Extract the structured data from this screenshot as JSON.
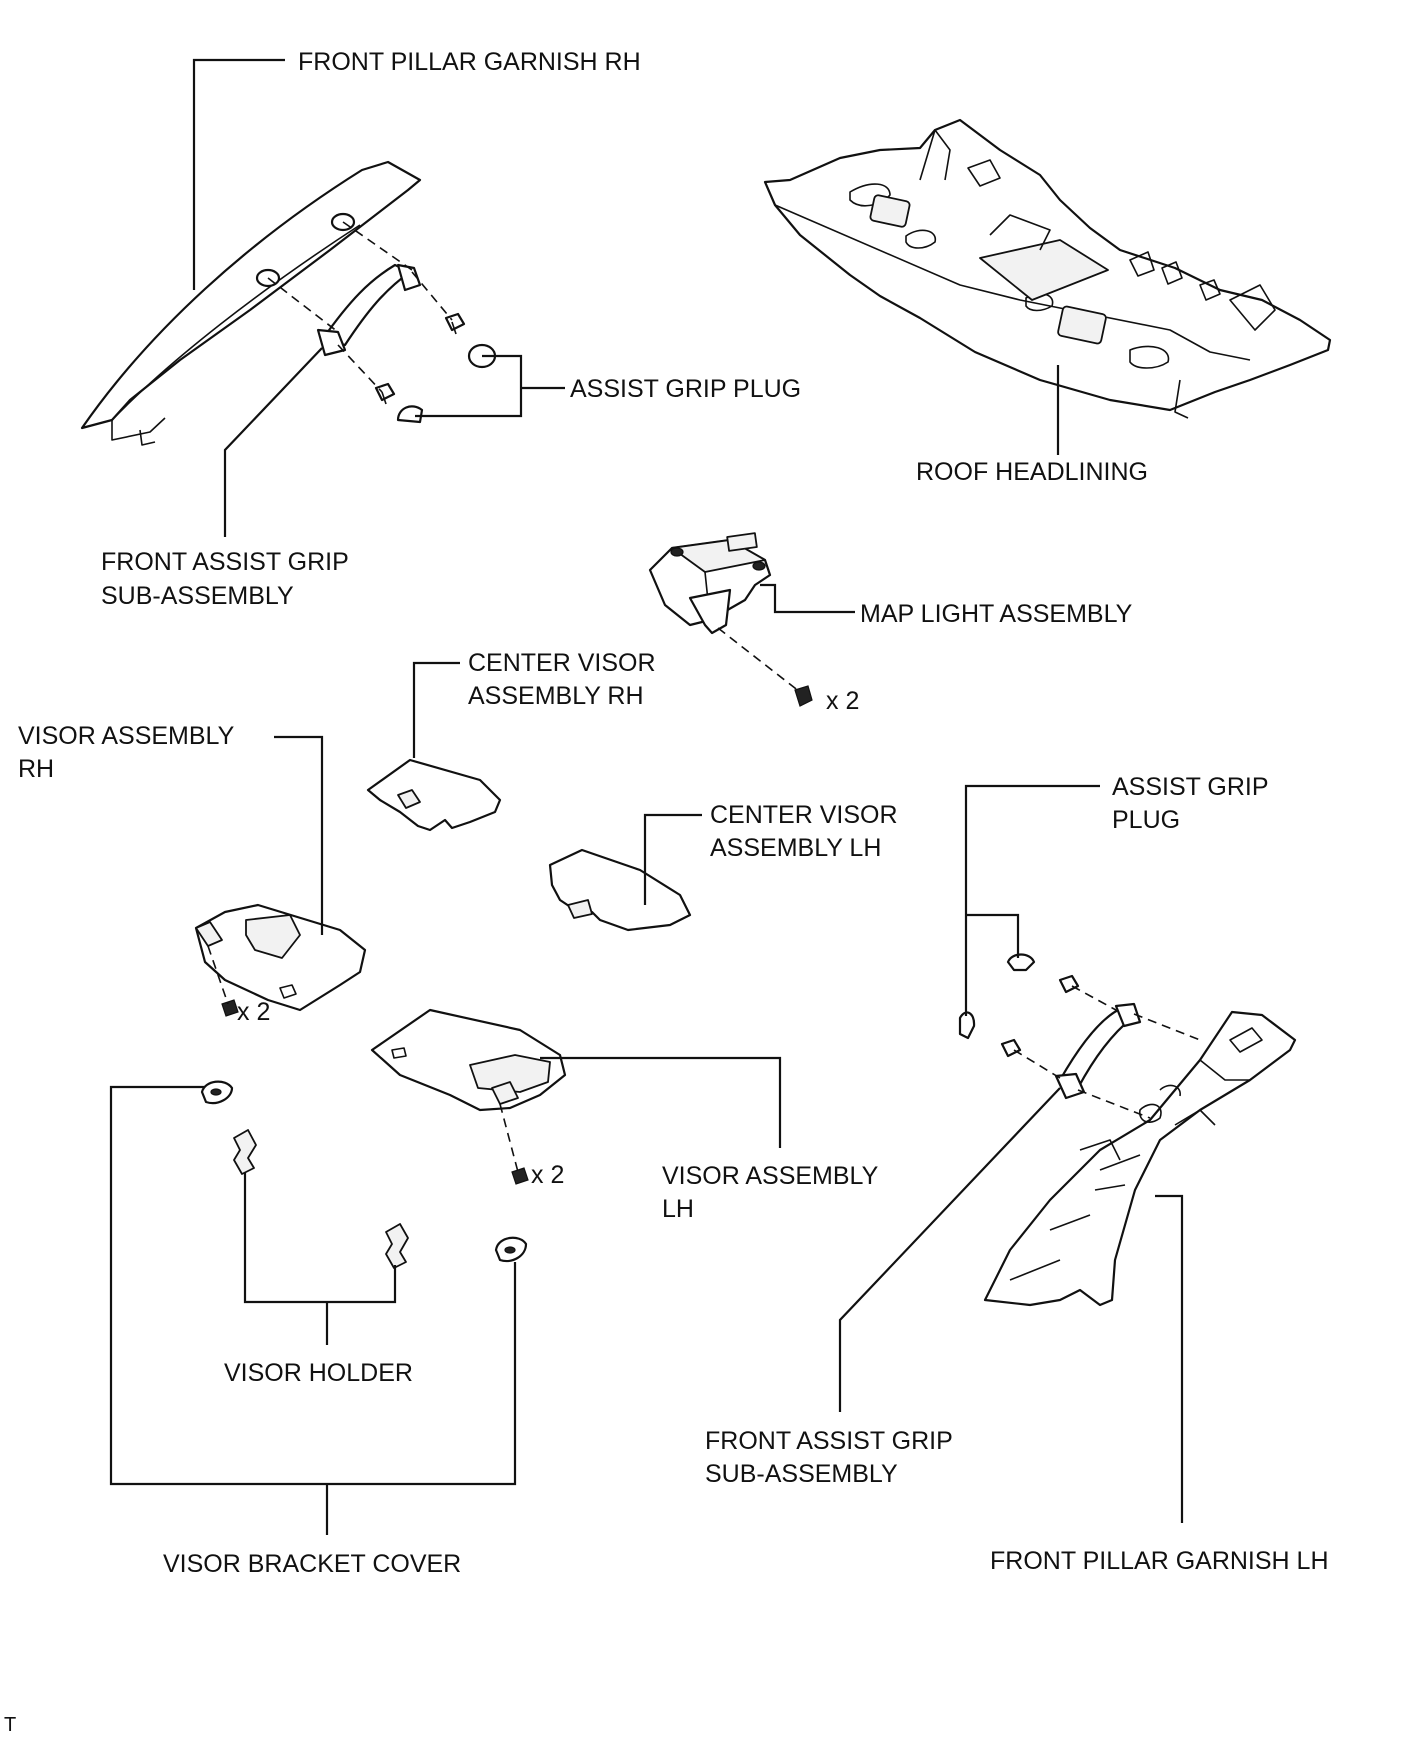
{
  "labels": {
    "front_pillar_garnish_rh": "FRONT PILLAR GARNISH RH",
    "assist_grip_plug_top": "ASSIST GRIP PLUG",
    "roof_headlining": "ROOF HEADLINING",
    "front_assist_grip_rh_line1": "FRONT ASSIST GRIP",
    "front_assist_grip_rh_line2": "SUB-ASSEMBLY",
    "map_light_assembly": "MAP LIGHT ASSEMBLY",
    "map_light_qty": "x 2",
    "center_visor_rh_line1": "CENTER VISOR",
    "center_visor_rh_line2": "ASSEMBLY RH",
    "visor_rh_line1": "VISOR ASSEMBLY",
    "visor_rh_line2": "RH",
    "visor_rh_qty": "x 2",
    "center_visor_lh_line1": "CENTER VISOR",
    "center_visor_lh_line2": "ASSEMBLY LH",
    "assist_grip_plug_right_line1": "ASSIST GRIP",
    "assist_grip_plug_right_line2": "PLUG",
    "visor_lh_qty": "x 2",
    "visor_lh_line1": "VISOR ASSEMBLY",
    "visor_lh_line2": "LH",
    "visor_holder": "VISOR HOLDER",
    "front_assist_grip_lh_line1": "FRONT ASSIST GRIP",
    "front_assist_grip_lh_line2": "SUB-ASSEMBLY",
    "visor_bracket_cover": "VISOR BRACKET COVER",
    "front_pillar_garnish_lh": "FRONT PILLAR GARNISH LH",
    "corner_mark": "T"
  }
}
